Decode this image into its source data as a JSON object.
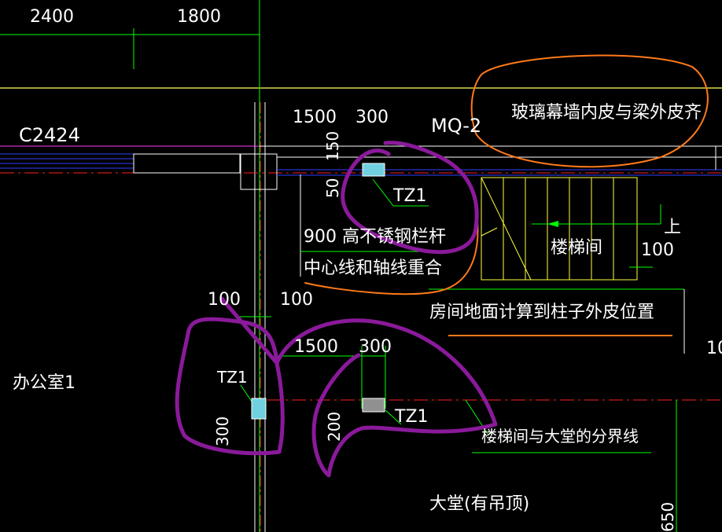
{
  "colors": {
    "background": "#000000",
    "dimension_green": "#00ff00",
    "text_white": "#ffffff",
    "axis_red": "#ff2020",
    "wall_blue": "#3040ff",
    "stair_yellow": "#ffff40",
    "annotation_orange": "#ff7a1a",
    "annotation_purple": "#8a1a9a",
    "column_cyan": "#70d0e0",
    "column_gray": "#909090"
  },
  "dimensions": {
    "top_left": "2400",
    "top_mid": "1800",
    "upper_width": "1500",
    "upper_col": "300",
    "upper_v150": "150",
    "upper_v50": "50",
    "left_100a": "100",
    "left_100b": "100",
    "lower_width": "1500",
    "lower_col": "300",
    "lower_v300": "300",
    "lower_v200": "200",
    "stair_100": "100",
    "right_edge_10": "10",
    "right_edge_650": "650"
  },
  "labels": {
    "window": "C2424",
    "curtain_wall": "MQ-2",
    "column_upper": "TZ1",
    "column_lower_left": "TZ1",
    "column_lower_right": "TZ1",
    "stair_up": "上",
    "stair_room": "楼梯间",
    "office": "办公室1",
    "lobby": "大堂(有吊顶)"
  },
  "notes": {
    "curtain_wall_note": "玻璃幕墙内皮与梁外皮齐",
    "railing_line1": "900 高不锈钢栏杆",
    "railing_line2": "中心线和轴线重合",
    "floor_calc": "房间地面计算到柱子外皮位置",
    "boundary": "楼梯间与大堂的分界线"
  }
}
